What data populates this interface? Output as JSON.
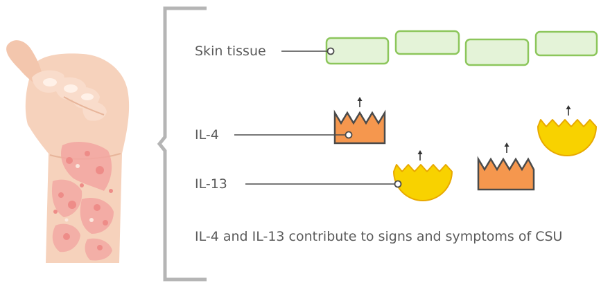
{
  "labels": {
    "skin_tissue": "Skin tissue",
    "il4": "IL-4",
    "il13": "IL-13",
    "caption": "IL-4 and IL-13 contribute to signs and symptoms of CSU"
  },
  "colors": {
    "tissue_fill": "#e4f3d8",
    "tissue_stroke": "#8cc65b",
    "il4_fill": "#f5974e",
    "il13_fill": "#f8d200",
    "ink": "#4a4a4a",
    "bracket": "#b5b5b5",
    "skin": "#f6d2bc",
    "rash": "#f2a6a1"
  }
}
